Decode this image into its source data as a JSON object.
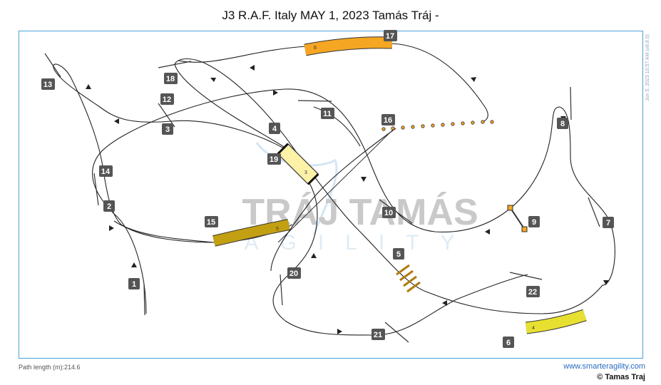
{
  "header": {
    "title": "J3 R.A.F. Italy MAY 1, 2023 Tamás Tráj -"
  },
  "side_note": "Jun 5, 2023 10:57 AM (v8.8.0)",
  "footer": {
    "path_length": "Path length (m):214.6",
    "website": "www.smarteragility.com",
    "copyright": "© Tamas Traj"
  },
  "watermark": {
    "line1": "TRÁJ TAMÁS",
    "line2": "AGILITY"
  },
  "colors": {
    "frame": "#4aa0d8",
    "tunnel_orange": "#f5a623",
    "tunnel_olive": "#c2a012",
    "tunnel_yellow": "#e8e030",
    "box": "#555555"
  },
  "numbers": [
    {
      "label": "1"
    },
    {
      "label": "2"
    },
    {
      "label": "3"
    },
    {
      "label": "4"
    },
    {
      "label": "5"
    },
    {
      "label": "6"
    },
    {
      "label": "7"
    },
    {
      "label": "8"
    },
    {
      "label": "9"
    },
    {
      "label": "10"
    },
    {
      "label": "11"
    },
    {
      "label": "12"
    },
    {
      "label": "13"
    },
    {
      "label": "14"
    },
    {
      "label": "15"
    },
    {
      "label": "16"
    },
    {
      "label": "17"
    },
    {
      "label": "18"
    },
    {
      "label": "19"
    },
    {
      "label": "20"
    },
    {
      "label": "21"
    },
    {
      "label": "22"
    }
  ],
  "obstacle_labels": {
    "tunnel_top": "6",
    "tunnel_left": "5",
    "tunnel_bottom": "4",
    "tunnel_center": "3"
  }
}
